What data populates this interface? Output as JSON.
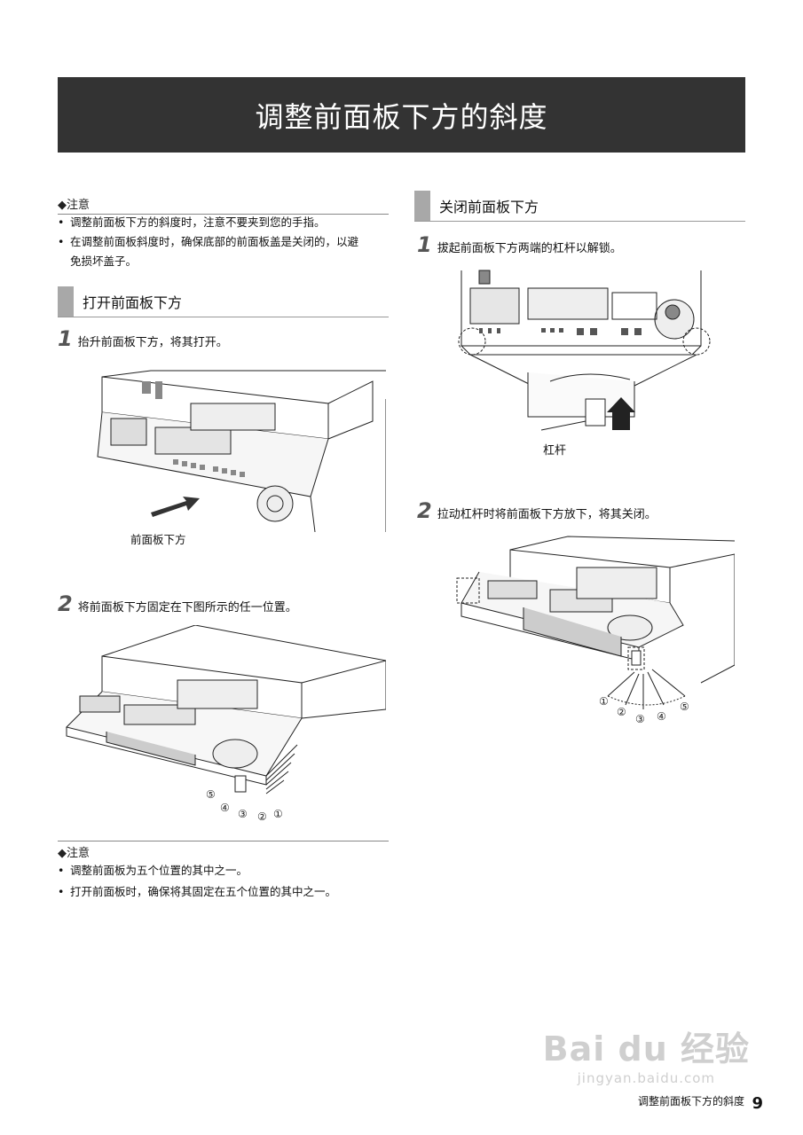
{
  "title": "调整前面板下方的斜度",
  "note_top": {
    "label": "◆注意",
    "items": [
      "调整前面板下方的斜度时，注意不要夹到您的手指。",
      "在调整前面板斜度时，确保底部的前面板盖是关闭的，以避",
      "免损坏盖子。"
    ]
  },
  "open_section": {
    "heading": "打开前面板下方",
    "step1_num": "1",
    "step1_text": "抬升前面板下方，将其打开。",
    "fig1_caption": "前面板下方",
    "step2_num": "2",
    "step2_text": "将前面板下方固定在下图所示的任一位置。",
    "positions": [
      "⑤",
      "④",
      "③",
      "②",
      "①"
    ]
  },
  "note_bottom": {
    "label": "◆注意",
    "items": [
      "调整前面板为五个位置的其中之一。",
      "打开前面板时，确保将其固定在五个位置的其中之一。"
    ]
  },
  "close_section": {
    "heading": "关闭前面板下方",
    "step1_num": "1",
    "step1_text": "拔起前面板下方两端的杠杆以解锁。",
    "lever_label": "杠杆",
    "step2_num": "2",
    "step2_text": "拉动杠杆时将前面板下方放下，将其关闭。",
    "positions": [
      "①",
      "②",
      "③",
      "④",
      "⑤"
    ]
  },
  "footer": {
    "text": "调整前面板下方的斜度",
    "page": "9"
  },
  "watermark": {
    "line1": "Bai du 经验",
    "line2": "jingyan.baidu.com"
  }
}
